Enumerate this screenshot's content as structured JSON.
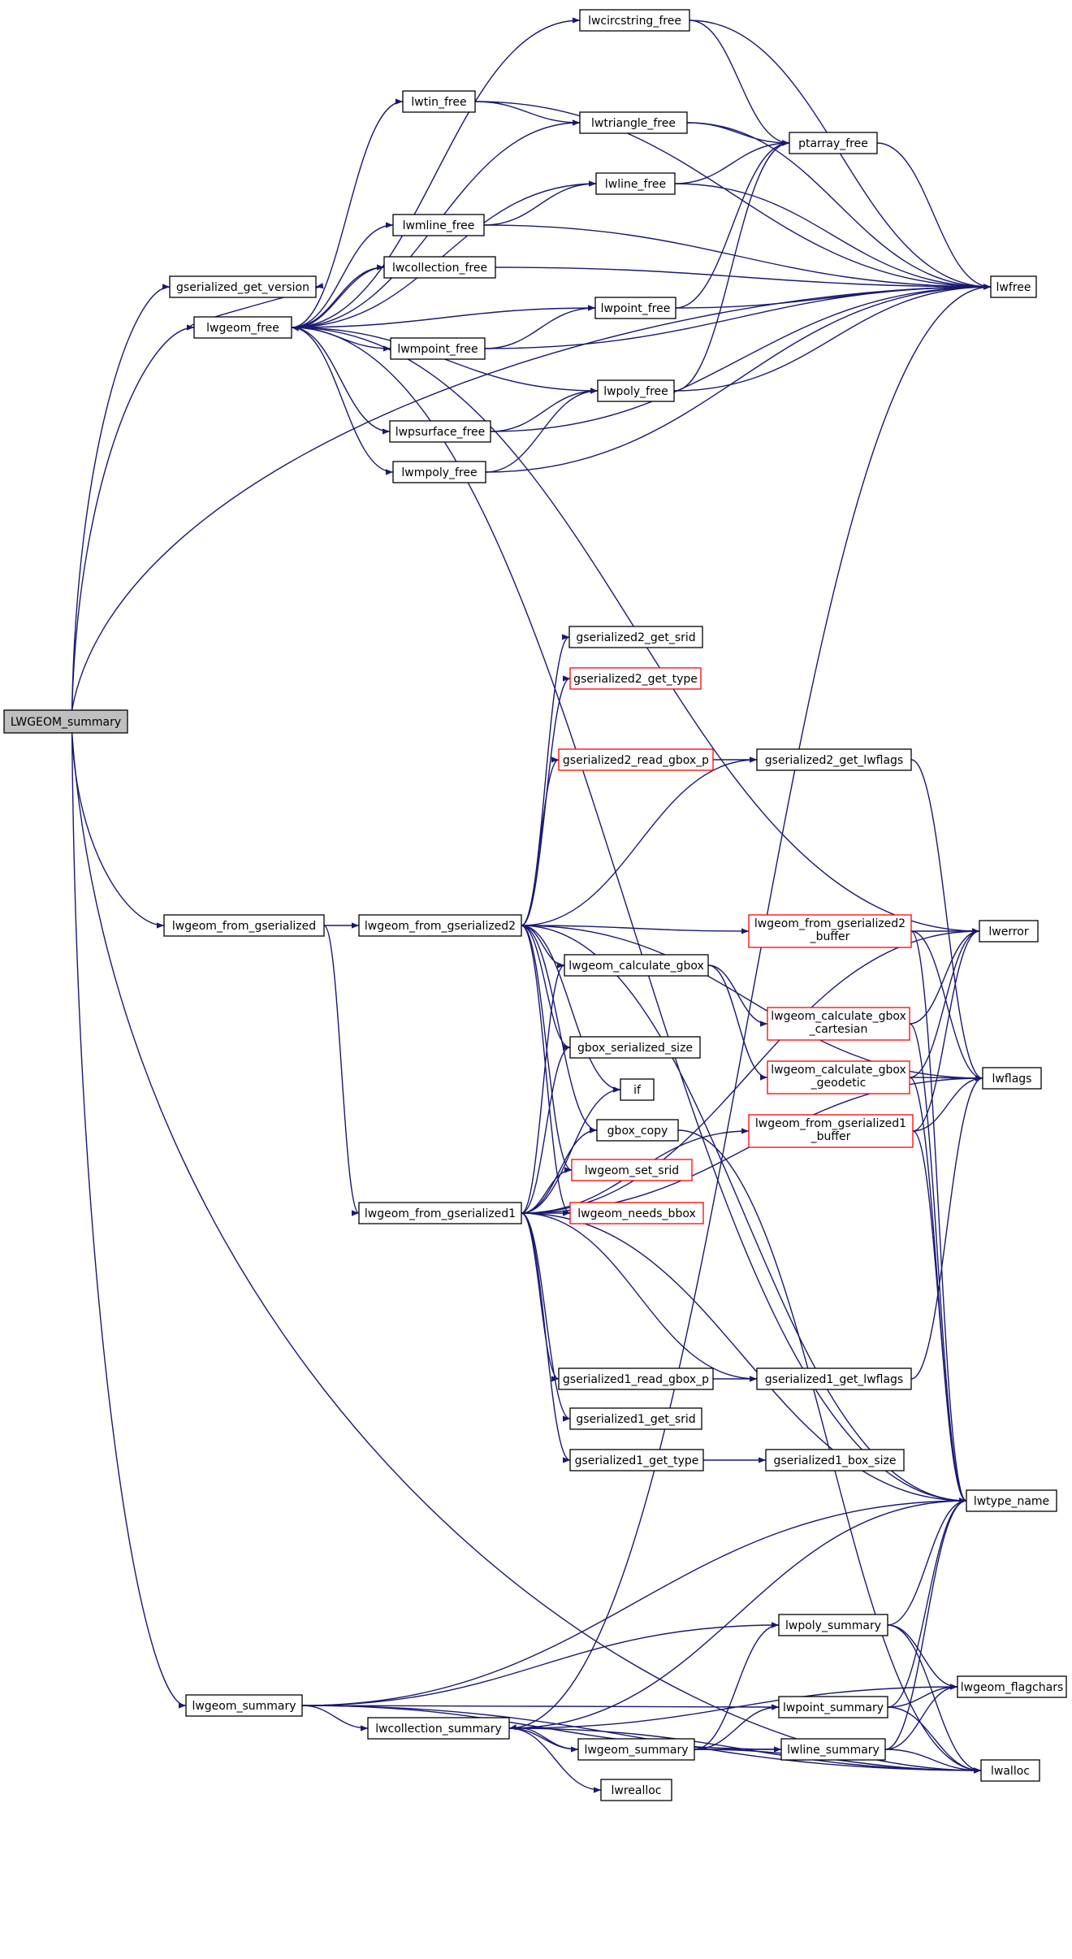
{
  "graph": {
    "title": "",
    "colors": {
      "edge": "#191970",
      "node_border": "#000000",
      "node_border_red": "#ff0000",
      "root_fill": "#bfbfbf"
    },
    "nodes": [
      {
        "id": "LWGEOM_summary",
        "label": "LWGEOM_summary",
        "style": "root"
      },
      {
        "id": "gserialized_get_version",
        "label": "gserialized_get_version",
        "style": "black"
      },
      {
        "id": "lwgeom_free",
        "label": "lwgeom_free",
        "style": "black"
      },
      {
        "id": "lwcircstring_free",
        "label": "lwcircstring_free",
        "style": "black"
      },
      {
        "id": "lwtin_free",
        "label": "lwtin_free",
        "style": "black"
      },
      {
        "id": "lwtriangle_free",
        "label": "lwtriangle_free",
        "style": "black"
      },
      {
        "id": "ptarray_free",
        "label": "ptarray_free",
        "style": "black"
      },
      {
        "id": "lwline_free",
        "label": "lwline_free",
        "style": "black"
      },
      {
        "id": "lwmline_free",
        "label": "lwmline_free",
        "style": "black"
      },
      {
        "id": "lwcollection_free",
        "label": "lwcollection_free",
        "style": "black"
      },
      {
        "id": "lwfree",
        "label": "lwfree",
        "style": "black"
      },
      {
        "id": "lwpoint_free",
        "label": "lwpoint_free",
        "style": "black"
      },
      {
        "id": "lwmpoint_free",
        "label": "lwmpoint_free",
        "style": "black"
      },
      {
        "id": "lwpoly_free",
        "label": "lwpoly_free",
        "style": "black"
      },
      {
        "id": "lwpsurface_free",
        "label": "lwpsurface_free",
        "style": "black"
      },
      {
        "id": "lwmpoly_free",
        "label": "lwmpoly_free",
        "style": "black"
      },
      {
        "id": "gserialized2_get_srid",
        "label": "gserialized2_get_srid",
        "style": "black"
      },
      {
        "id": "gserialized2_get_type",
        "label": "gserialized2_get_type",
        "style": "red"
      },
      {
        "id": "gserialized2_read_gbox_p",
        "label": "gserialized2_read_gbox_p",
        "style": "red"
      },
      {
        "id": "gserialized2_get_lwflags",
        "label": "gserialized2_get_lwflags",
        "style": "black"
      },
      {
        "id": "lwgeom_from_gserialized",
        "label": "lwgeom_from_gserialized",
        "style": "black"
      },
      {
        "id": "lwgeom_from_gserialized2",
        "label": "lwgeom_from_gserialized2",
        "style": "black"
      },
      {
        "id": "lwgeom_from_gserialized2_buffer",
        "label": "lwgeom_from_gserialized2",
        "label2": "_buffer",
        "style": "red"
      },
      {
        "id": "lwerror",
        "label": "lwerror",
        "style": "black"
      },
      {
        "id": "lwgeom_calculate_gbox",
        "label": "lwgeom_calculate_gbox",
        "style": "black"
      },
      {
        "id": "lwgeom_calculate_gbox_cartesian",
        "label": "lwgeom_calculate_gbox",
        "label2": "_cartesian",
        "style": "red"
      },
      {
        "id": "gbox_serialized_size",
        "label": "gbox_serialized_size",
        "style": "black"
      },
      {
        "id": "lwgeom_calculate_gbox_geodetic",
        "label": "lwgeom_calculate_gbox",
        "label2": "_geodetic",
        "style": "red"
      },
      {
        "id": "lwflags",
        "label": "lwflags",
        "style": "black"
      },
      {
        "id": "if",
        "label": "if",
        "style": "black"
      },
      {
        "id": "lwgeom_from_gserialized1_buffer",
        "label": "lwgeom_from_gserialized1",
        "label2": "_buffer",
        "style": "red"
      },
      {
        "id": "gbox_copy",
        "label": "gbox_copy",
        "style": "black"
      },
      {
        "id": "lwgeom_set_srid",
        "label": "lwgeom_set_srid",
        "style": "red"
      },
      {
        "id": "lwgeom_from_gserialized1",
        "label": "lwgeom_from_gserialized1",
        "style": "black"
      },
      {
        "id": "lwgeom_needs_bbox",
        "label": "lwgeom_needs_bbox",
        "style": "red"
      },
      {
        "id": "gserialized1_read_gbox_p",
        "label": "gserialized1_read_gbox_p",
        "style": "black"
      },
      {
        "id": "gserialized1_get_lwflags",
        "label": "gserialized1_get_lwflags",
        "style": "black"
      },
      {
        "id": "gserialized1_get_srid",
        "label": "gserialized1_get_srid",
        "style": "black"
      },
      {
        "id": "gserialized1_get_type",
        "label": "gserialized1_get_type",
        "style": "black"
      },
      {
        "id": "gserialized1_box_size",
        "label": "gserialized1_box_size",
        "style": "black"
      },
      {
        "id": "lwtype_name",
        "label": "lwtype_name",
        "style": "black"
      },
      {
        "id": "lwpoly_summary",
        "label": "lwpoly_summary",
        "style": "black"
      },
      {
        "id": "lwgeom_summary_a",
        "label": "lwgeom_summary",
        "style": "black"
      },
      {
        "id": "lwpoint_summary",
        "label": "lwpoint_summary",
        "style": "black"
      },
      {
        "id": "lwgeom_flagchars",
        "label": "lwgeom_flagchars",
        "style": "black"
      },
      {
        "id": "lwcollection_summary",
        "label": "lwcollection_summary",
        "style": "black"
      },
      {
        "id": "lwgeom_summary_b",
        "label": "lwgeom_summary",
        "style": "black"
      },
      {
        "id": "lwline_summary",
        "label": "lwline_summary",
        "style": "black"
      },
      {
        "id": "lwalloc",
        "label": "lwalloc",
        "style": "black"
      },
      {
        "id": "lwrealloc",
        "label": "lwrealloc",
        "style": "black"
      }
    ],
    "edges": [
      [
        "LWGEOM_summary",
        "gserialized_get_version"
      ],
      [
        "LWGEOM_summary",
        "lwgeom_free"
      ],
      [
        "LWGEOM_summary",
        "lwfree"
      ],
      [
        "LWGEOM_summary",
        "lwgeom_from_gserialized"
      ],
      [
        "LWGEOM_summary",
        "lwgeom_summary_a"
      ],
      [
        "LWGEOM_summary",
        "lwalloc"
      ],
      [
        "lwgeom_free",
        "gserialized_get_version"
      ],
      [
        "lwgeom_free",
        "lwcircstring_free"
      ],
      [
        "lwgeom_free",
        "lwtin_free"
      ],
      [
        "lwgeom_free",
        "lwtriangle_free"
      ],
      [
        "lwgeom_free",
        "lwline_free"
      ],
      [
        "lwgeom_free",
        "lwmline_free"
      ],
      [
        "lwgeom_free",
        "lwcollection_free"
      ],
      [
        "lwgeom_free",
        "lwpoint_free"
      ],
      [
        "lwgeom_free",
        "lwmpoint_free"
      ],
      [
        "lwgeom_free",
        "lwpoly_free"
      ],
      [
        "lwgeom_free",
        "lwpsurface_free"
      ],
      [
        "lwgeom_free",
        "lwmpoly_free"
      ],
      [
        "lwgeom_free",
        "lwerror"
      ],
      [
        "lwgeom_free",
        "lwtype_name"
      ],
      [
        "lwcircstring_free",
        "ptarray_free"
      ],
      [
        "lwcircstring_free",
        "lwfree"
      ],
      [
        "lwtin_free",
        "lwtriangle_free"
      ],
      [
        "lwtin_free",
        "lwfree"
      ],
      [
        "lwtriangle_free",
        "ptarray_free"
      ],
      [
        "lwtriangle_free",
        "lwfree"
      ],
      [
        "ptarray_free",
        "lwfree"
      ],
      [
        "lwline_free",
        "ptarray_free"
      ],
      [
        "lwline_free",
        "lwfree"
      ],
      [
        "lwmline_free",
        "lwline_free"
      ],
      [
        "lwmline_free",
        "lwfree"
      ],
      [
        "lwcollection_free",
        "lwgeom_free"
      ],
      [
        "lwcollection_free",
        "lwfree"
      ],
      [
        "lwpoint_free",
        "ptarray_free"
      ],
      [
        "lwpoint_free",
        "lwfree"
      ],
      [
        "lwmpoint_free",
        "lwpoint_free"
      ],
      [
        "lwmpoint_free",
        "lwfree"
      ],
      [
        "lwpoly_free",
        "ptarray_free"
      ],
      [
        "lwpoly_free",
        "lwfree"
      ],
      [
        "lwpsurface_free",
        "lwpoly_free"
      ],
      [
        "lwpsurface_free",
        "lwfree"
      ],
      [
        "lwmpoly_free",
        "lwpoly_free"
      ],
      [
        "lwmpoly_free",
        "lwfree"
      ],
      [
        "lwgeom_from_gserialized",
        "lwgeom_from_gserialized2"
      ],
      [
        "lwgeom_from_gserialized",
        "lwgeom_from_gserialized1"
      ],
      [
        "lwgeom_from_gserialized2",
        "gserialized2_get_srid"
      ],
      [
        "lwgeom_from_gserialized2",
        "gserialized2_get_type"
      ],
      [
        "lwgeom_from_gserialized2",
        "gserialized2_read_gbox_p"
      ],
      [
        "lwgeom_from_gserialized2",
        "gserialized2_get_lwflags"
      ],
      [
        "lwgeom_from_gserialized2",
        "lwgeom_from_gserialized2_buffer"
      ],
      [
        "lwgeom_from_gserialized2",
        "lwgeom_calculate_gbox"
      ],
      [
        "lwgeom_from_gserialized2",
        "gbox_serialized_size"
      ],
      [
        "lwgeom_from_gserialized2",
        "if"
      ],
      [
        "lwgeom_from_gserialized2",
        "gbox_copy"
      ],
      [
        "lwgeom_from_gserialized2",
        "lwgeom_set_srid"
      ],
      [
        "lwgeom_from_gserialized2",
        "lwgeom_needs_bbox"
      ],
      [
        "lwgeom_from_gserialized2",
        "lwflags"
      ],
      [
        "lwgeom_from_gserialized2",
        "lwtype_name"
      ],
      [
        "gserialized2_read_gbox_p",
        "gserialized2_get_lwflags"
      ],
      [
        "gserialized2_get_lwflags",
        "lwflags"
      ],
      [
        "lwgeom_from_gserialized2_buffer",
        "lwerror"
      ],
      [
        "lwgeom_from_gserialized2_buffer",
        "lwflags"
      ],
      [
        "lwgeom_from_gserialized2_buffer",
        "lwtype_name"
      ],
      [
        "lwgeom_calculate_gbox",
        "lwgeom_calculate_gbox_cartesian"
      ],
      [
        "lwgeom_calculate_gbox",
        "lwgeom_calculate_gbox_geodetic"
      ],
      [
        "lwgeom_calculate_gbox_cartesian",
        "lwerror"
      ],
      [
        "lwgeom_calculate_gbox_cartesian",
        "lwtype_name"
      ],
      [
        "lwgeom_calculate_gbox_geodetic",
        "lwerror"
      ],
      [
        "lwgeom_calculate_gbox_geodetic",
        "lwflags"
      ],
      [
        "lwgeom_calculate_gbox_geodetic",
        "lwtype_name"
      ],
      [
        "lwgeom_from_gserialized1_buffer",
        "lwerror"
      ],
      [
        "lwgeom_from_gserialized1_buffer",
        "lwflags"
      ],
      [
        "lwgeom_from_gserialized1_buffer",
        "lwtype_name"
      ],
      [
        "gbox_copy",
        "lwalloc"
      ],
      [
        "lwgeom_from_gserialized1",
        "lwgeom_from_gserialized1_buffer"
      ],
      [
        "lwgeom_from_gserialized1",
        "lwgeom_calculate_gbox"
      ],
      [
        "lwgeom_from_gserialized1",
        "gbox_serialized_size"
      ],
      [
        "lwgeom_from_gserialized1",
        "if"
      ],
      [
        "lwgeom_from_gserialized1",
        "gbox_copy"
      ],
      [
        "lwgeom_from_gserialized1",
        "lwgeom_set_srid"
      ],
      [
        "lwgeom_from_gserialized1",
        "lwgeom_needs_bbox"
      ],
      [
        "lwgeom_from_gserialized1",
        "gserialized1_read_gbox_p"
      ],
      [
        "lwgeom_from_gserialized1",
        "gserialized1_get_lwflags"
      ],
      [
        "lwgeom_from_gserialized1",
        "gserialized1_get_srid"
      ],
      [
        "lwgeom_from_gserialized1",
        "gserialized1_get_type"
      ],
      [
        "lwgeom_from_gserialized1",
        "lwerror"
      ],
      [
        "lwgeom_from_gserialized1",
        "lwflags"
      ],
      [
        "lwgeom_from_gserialized1",
        "lwtype_name"
      ],
      [
        "gserialized1_read_gbox_p",
        "gserialized1_get_lwflags"
      ],
      [
        "gserialized1_get_lwflags",
        "lwflags"
      ],
      [
        "gserialized1_get_type",
        "gserialized1_box_size"
      ],
      [
        "lwgeom_summary_a",
        "lwpoly_summary"
      ],
      [
        "lwgeom_summary_a",
        "lwpoint_summary"
      ],
      [
        "lwgeom_summary_a",
        "lwcollection_summary"
      ],
      [
        "lwgeom_summary_a",
        "lwline_summary"
      ],
      [
        "lwgeom_summary_a",
        "lwalloc"
      ],
      [
        "lwgeom_summary_a",
        "lwtype_name"
      ],
      [
        "lwpoly_summary",
        "lwtype_name"
      ],
      [
        "lwpoly_summary",
        "lwgeom_flagchars"
      ],
      [
        "lwpoly_summary",
        "lwalloc"
      ],
      [
        "lwpoint_summary",
        "lwtype_name"
      ],
      [
        "lwpoint_summary",
        "lwgeom_flagchars"
      ],
      [
        "lwpoint_summary",
        "lwalloc"
      ],
      [
        "lwline_summary",
        "lwtype_name"
      ],
      [
        "lwline_summary",
        "lwgeom_flagchars"
      ],
      [
        "lwline_summary",
        "lwalloc"
      ],
      [
        "lwcollection_summary",
        "lwgeom_summary_b"
      ],
      [
        "lwcollection_summary",
        "lwtype_name"
      ],
      [
        "lwcollection_summary",
        "lwgeom_flagchars"
      ],
      [
        "lwcollection_summary",
        "lwalloc"
      ],
      [
        "lwcollection_summary",
        "lwrealloc"
      ],
      [
        "lwcollection_summary",
        "lwfree"
      ],
      [
        "lwgeom_summary_b",
        "lwcollection_summary"
      ],
      [
        "lwgeom_summary_b",
        "lwpoly_summary"
      ],
      [
        "lwgeom_summary_b",
        "lwpoint_summary"
      ],
      [
        "lwgeom_summary_b",
        "lwline_summary"
      ],
      [
        "lwgeom_summary_b",
        "lwalloc"
      ]
    ]
  }
}
